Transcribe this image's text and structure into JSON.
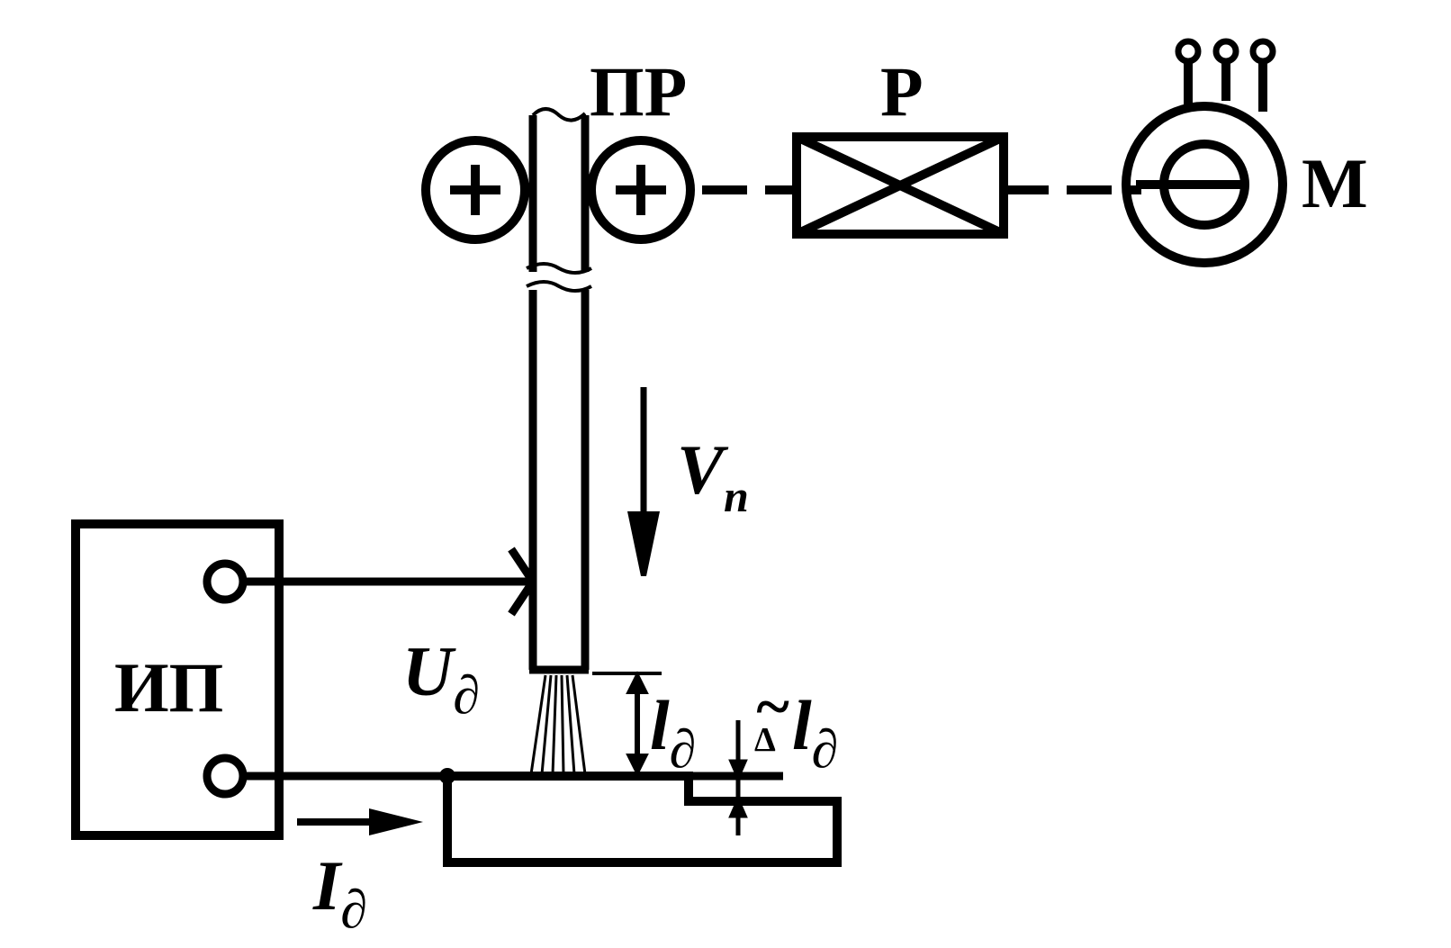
{
  "labels": {
    "feed_rollers": "ПР",
    "reducer": "Р",
    "motor": "М",
    "power_source": "ИП",
    "feed_speed_main": "V",
    "feed_speed_sub": "п",
    "arc_voltage_main": "U",
    "arc_voltage_sub": "∂",
    "arc_length_main": "l",
    "arc_length_sub": "∂",
    "arc_length_change_delta": "Δ",
    "arc_length_change_tilde": "~",
    "arc_length_change_main": "l",
    "arc_length_change_sub": "∂",
    "arc_current_main": "I",
    "arc_current_sub": "∂"
  },
  "colors": {
    "ink": "#000000",
    "background": "#ffffff"
  }
}
